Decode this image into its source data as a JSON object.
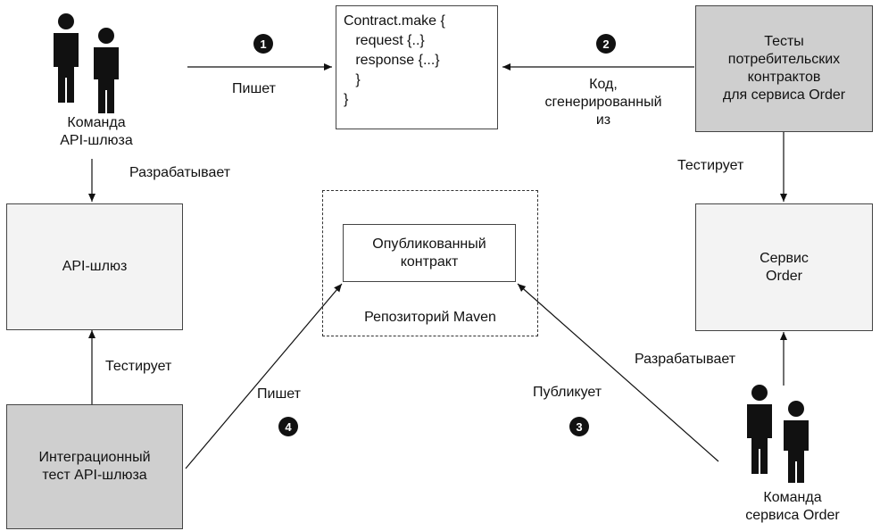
{
  "team_gateway": {
    "label_line1": "Команда",
    "label_line2": "API-шлюза"
  },
  "team_order": {
    "label_line1": "Команда",
    "label_line2": "сервиса Order"
  },
  "contract_code": {
    "line1": "Contract.make {",
    "line2": "   request {..}",
    "line3": "   response {...}",
    "line4": "   }",
    "line5": "}"
  },
  "consumer_tests": {
    "line1": "Тесты",
    "line2": "потребительских",
    "line3": "контрактов",
    "line4": "для сервиса Order"
  },
  "api_gateway": {
    "label": "API-шлюз"
  },
  "order_service": {
    "line1": "Сервис",
    "line2": "Order"
  },
  "integration_test": {
    "line1": "Интеграционный",
    "line2": "тест API-шлюза"
  },
  "maven_repo": {
    "published_line1": "Опубликованный",
    "published_line2": "контракт",
    "repo_label": "Репозиторий Maven"
  },
  "edges": {
    "writes_top": "Пишет",
    "generated_line1": "Код,",
    "generated_line2": "сгенерированный",
    "generated_line3": "из",
    "develops_left": "Разрабатывает",
    "tests_right": "Тестирует",
    "tests_left": "Тестирует",
    "develops_right": "Разрабатывает",
    "writes_bottom": "Пишет",
    "publishes": "Публикует"
  },
  "steps": {
    "s1": "1",
    "s2": "2",
    "s3": "3",
    "s4": "4"
  }
}
